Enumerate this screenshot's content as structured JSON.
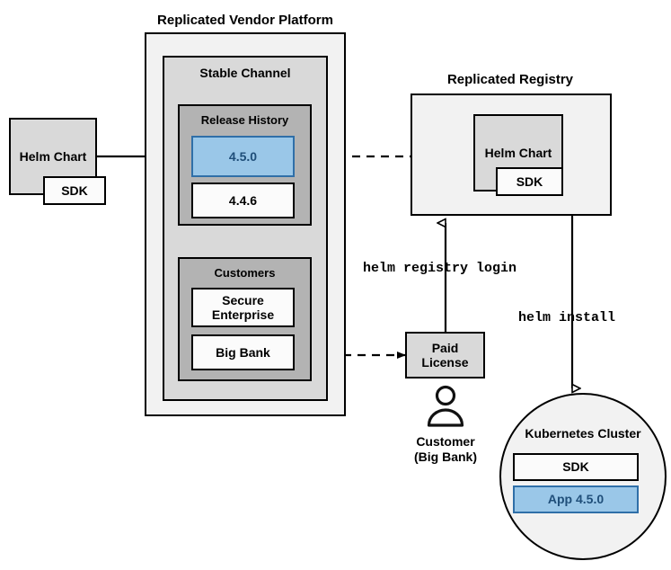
{
  "diagram": {
    "title_vendor_platform": "Replicated Vendor Platform",
    "title_registry": "Replicated Registry",
    "nodes": {
      "helm_chart_left": {
        "label": "Helm Chart",
        "sdk": "SDK"
      },
      "stable_channel": {
        "label": "Stable Channel"
      },
      "release_history": {
        "label": "Release History"
      },
      "release_current": {
        "label": "4.5.0"
      },
      "release_previous": {
        "label": "4.4.6"
      },
      "customers": {
        "label": "Customers"
      },
      "customer_secure_enterprise": {
        "label": "Secure\nEnterprise",
        "line1": "Secure",
        "line2": "Enterprise"
      },
      "customer_big_bank": {
        "label": "Big Bank"
      },
      "registry_helm_chart": {
        "label": "Helm Chart",
        "sdk": "SDK"
      },
      "paid_license": {
        "line1": "Paid",
        "line2": "License"
      },
      "customer_person": {
        "line1": "Customer",
        "line2": "(Big Bank)",
        "icon": "person-icon"
      },
      "kubernetes_cluster": {
        "label": "Kubernetes Cluster"
      },
      "cluster_sdk": {
        "label": "SDK"
      },
      "cluster_app": {
        "label": "App 4.5.0"
      }
    },
    "edges": {
      "helm_registry_login": "helm registry login",
      "helm_install": "helm install"
    },
    "colors": {
      "accent_blue_fill": "#9ac7e8",
      "accent_blue_border": "#2f6fa8",
      "accent_blue_text": "#1f4e79",
      "box_stroke": "#000000",
      "fill_lightest": "#f2f2f2",
      "fill_light": "#d9d9d9",
      "fill_mid": "#b3b3b3",
      "fill_white": "#fbfbfb"
    }
  }
}
